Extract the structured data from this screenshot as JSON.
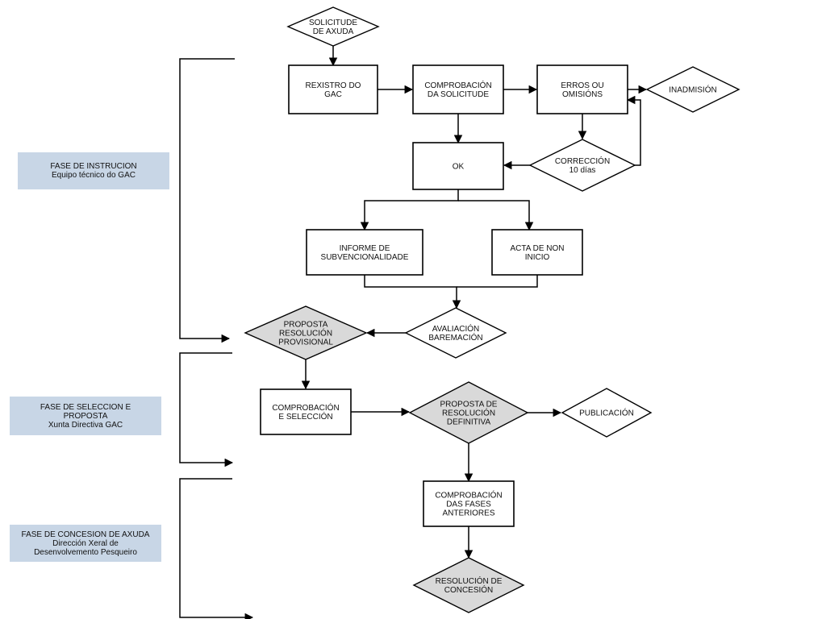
{
  "phases": [
    {
      "title": "FASE DE INSTRUCION",
      "subtitle": "Equipo técnico do GAC"
    },
    {
      "title": "FASE DE SELECCION E PROPOSTA",
      "subtitle": "Xunta Directiva GAC"
    },
    {
      "title": "FASE DE CONCESION DE AXUDA",
      "subtitle": "Dirección Xeral de Desenvolvemento Pesqueiro"
    }
  ],
  "nodes": {
    "solicitude": {
      "shape": "diamond",
      "fill": "#ffffff",
      "lines": [
        "SOLICITUDE",
        "DE AXUDA"
      ]
    },
    "rexistro": {
      "shape": "box",
      "lines": [
        "REXISTRO DO",
        "GAC"
      ]
    },
    "comprobacion_solicitude": {
      "shape": "box",
      "lines": [
        "COMPROBACIÓN",
        "DA SOLICITUDE"
      ]
    },
    "erros": {
      "shape": "box",
      "lines": [
        "ERROS OU",
        "OMISIÓNS"
      ]
    },
    "inadmision": {
      "shape": "diamond",
      "fill": "#ffffff",
      "lines": [
        "INADMISIÓN"
      ]
    },
    "correccion": {
      "shape": "diamond",
      "fill": "#ffffff",
      "lines": [
        "CORRECCIÓN",
        "10 días"
      ]
    },
    "ok": {
      "shape": "box",
      "lines": [
        "OK"
      ]
    },
    "informe": {
      "shape": "box",
      "lines": [
        "INFORME DE",
        "SUBVENCIONALIDADE"
      ]
    },
    "acta": {
      "shape": "box",
      "lines": [
        "ACTA DE NON",
        "INICIO"
      ]
    },
    "avaliacion": {
      "shape": "diamond",
      "fill": "#ffffff",
      "lines": [
        "AVALIACIÓN",
        "BAREMACIÓN"
      ]
    },
    "proposta_provisional": {
      "shape": "diamond",
      "fill": "#d9d9d9",
      "lines": [
        "PROPOSTA",
        "RESOLUCIÓN",
        "PROVISIONAL"
      ]
    },
    "comprobacion_seleccion": {
      "shape": "box",
      "lines": [
        "COMPROBACIÓN",
        "E SELECCIÓN"
      ]
    },
    "proposta_definitiva": {
      "shape": "diamond",
      "fill": "#d9d9d9",
      "lines": [
        "PROPOSTA DE",
        "RESOLUCIÓN",
        "DEFINITIVA"
      ]
    },
    "publicacion": {
      "shape": "diamond",
      "fill": "#ffffff",
      "lines": [
        "PUBLICACIÓN"
      ]
    },
    "comprobacion_fases": {
      "shape": "box",
      "lines": [
        "COMPROBACIÓN",
        "DAS FASES",
        "ANTERIORES"
      ]
    },
    "resolucion_concesion": {
      "shape": "diamond",
      "fill": "#d9d9d9",
      "lines": [
        "RESOLUCIÓN DE",
        "CONCESIÓN"
      ]
    }
  },
  "colors": {
    "phase_box": "#c8d6e6",
    "stroke": "#000000",
    "gray_diamond": "#d9d9d9"
  }
}
